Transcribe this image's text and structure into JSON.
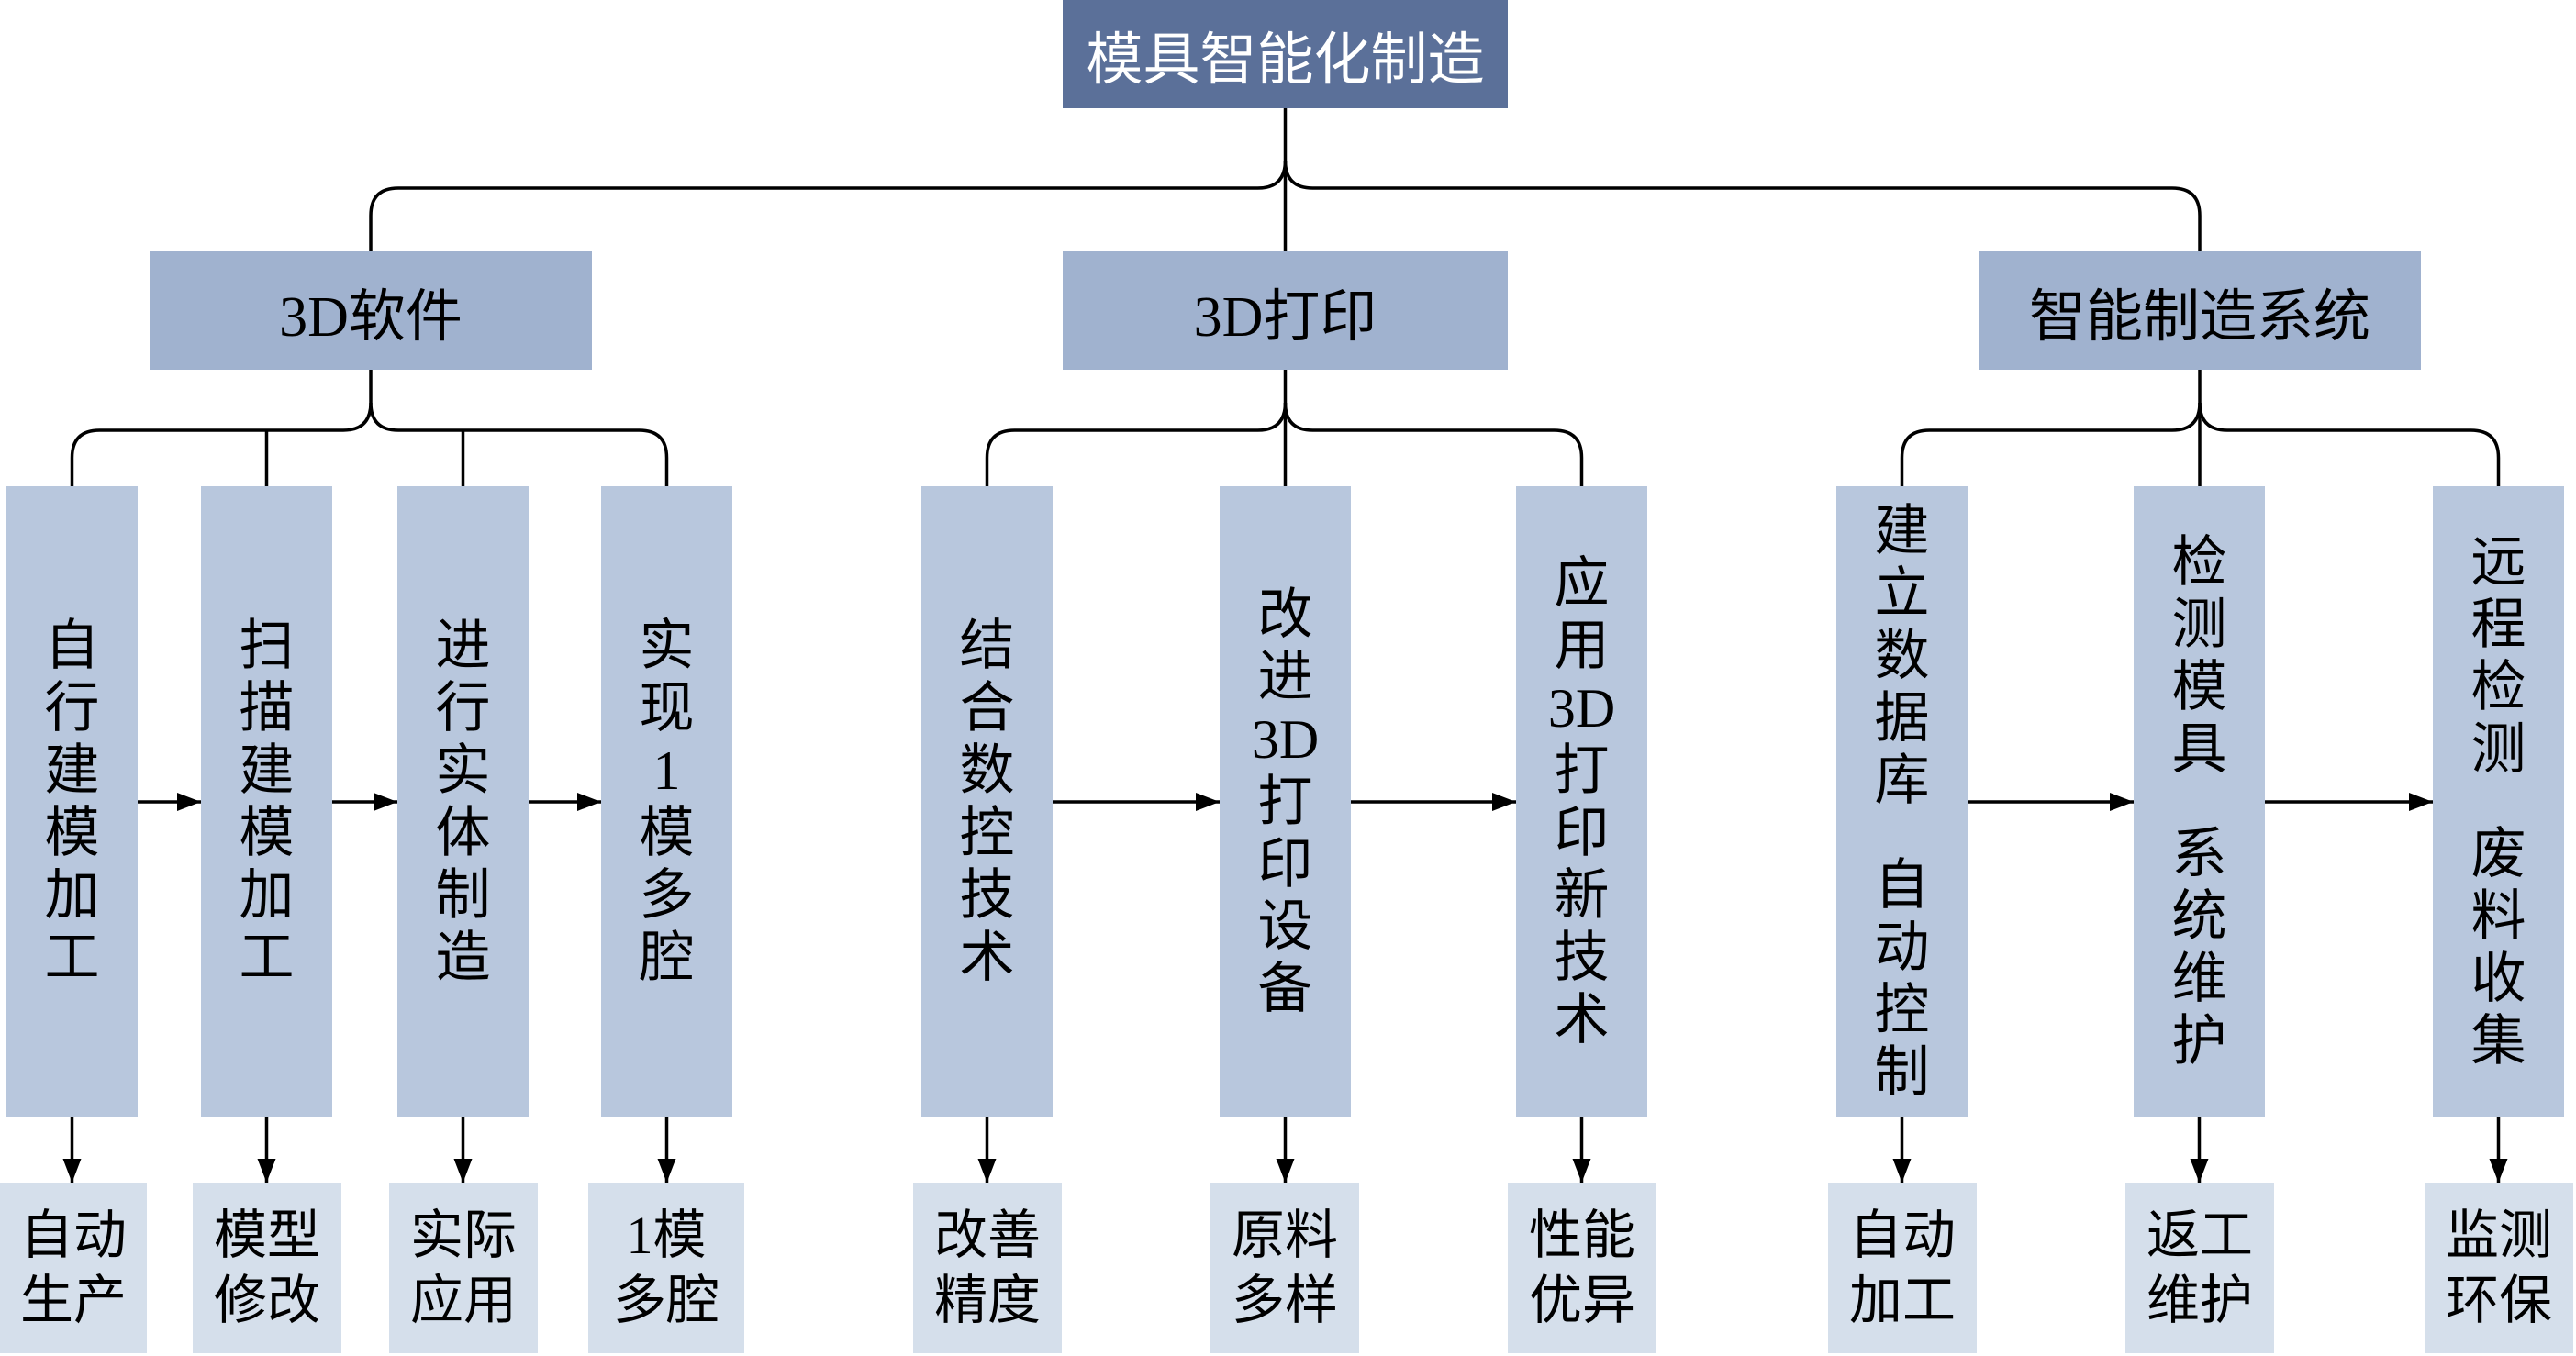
{
  "root": {
    "label": "模具智能化制造"
  },
  "branches": [
    {
      "label": "3D软件",
      "steps": [
        {
          "label": "自行建模加工",
          "result": "自动生产"
        },
        {
          "label": "扫描建模加工",
          "result": "模型修改"
        },
        {
          "label": "进行实体制造",
          "result": "实际应用"
        },
        {
          "label": "实现1模多腔",
          "result": "1模多腔"
        }
      ]
    },
    {
      "label": "3D打印",
      "steps": [
        {
          "label": "结合数控技术",
          "result": "改善精度"
        },
        {
          "label": "改进3D打印设备",
          "result": "原料多样"
        },
        {
          "label": "应用3D打印新技术",
          "result": "性能优异"
        }
      ]
    },
    {
      "label": "智能制造系统",
      "steps": [
        {
          "label": "建立数据库 自动控制",
          "result": "自动加工"
        },
        {
          "label": "检测模具 系统维护",
          "result": "返工维护"
        },
        {
          "label": "远程检测 废料收集",
          "result": "监测环保"
        }
      ]
    }
  ],
  "colors": {
    "root_fill": "#5b7099",
    "root_text": "#ffffff",
    "branch_fill": "#a0b2cf",
    "step_fill": "#b8c7dd",
    "result_fill": "#d5dfeb",
    "line": "#000000"
  }
}
